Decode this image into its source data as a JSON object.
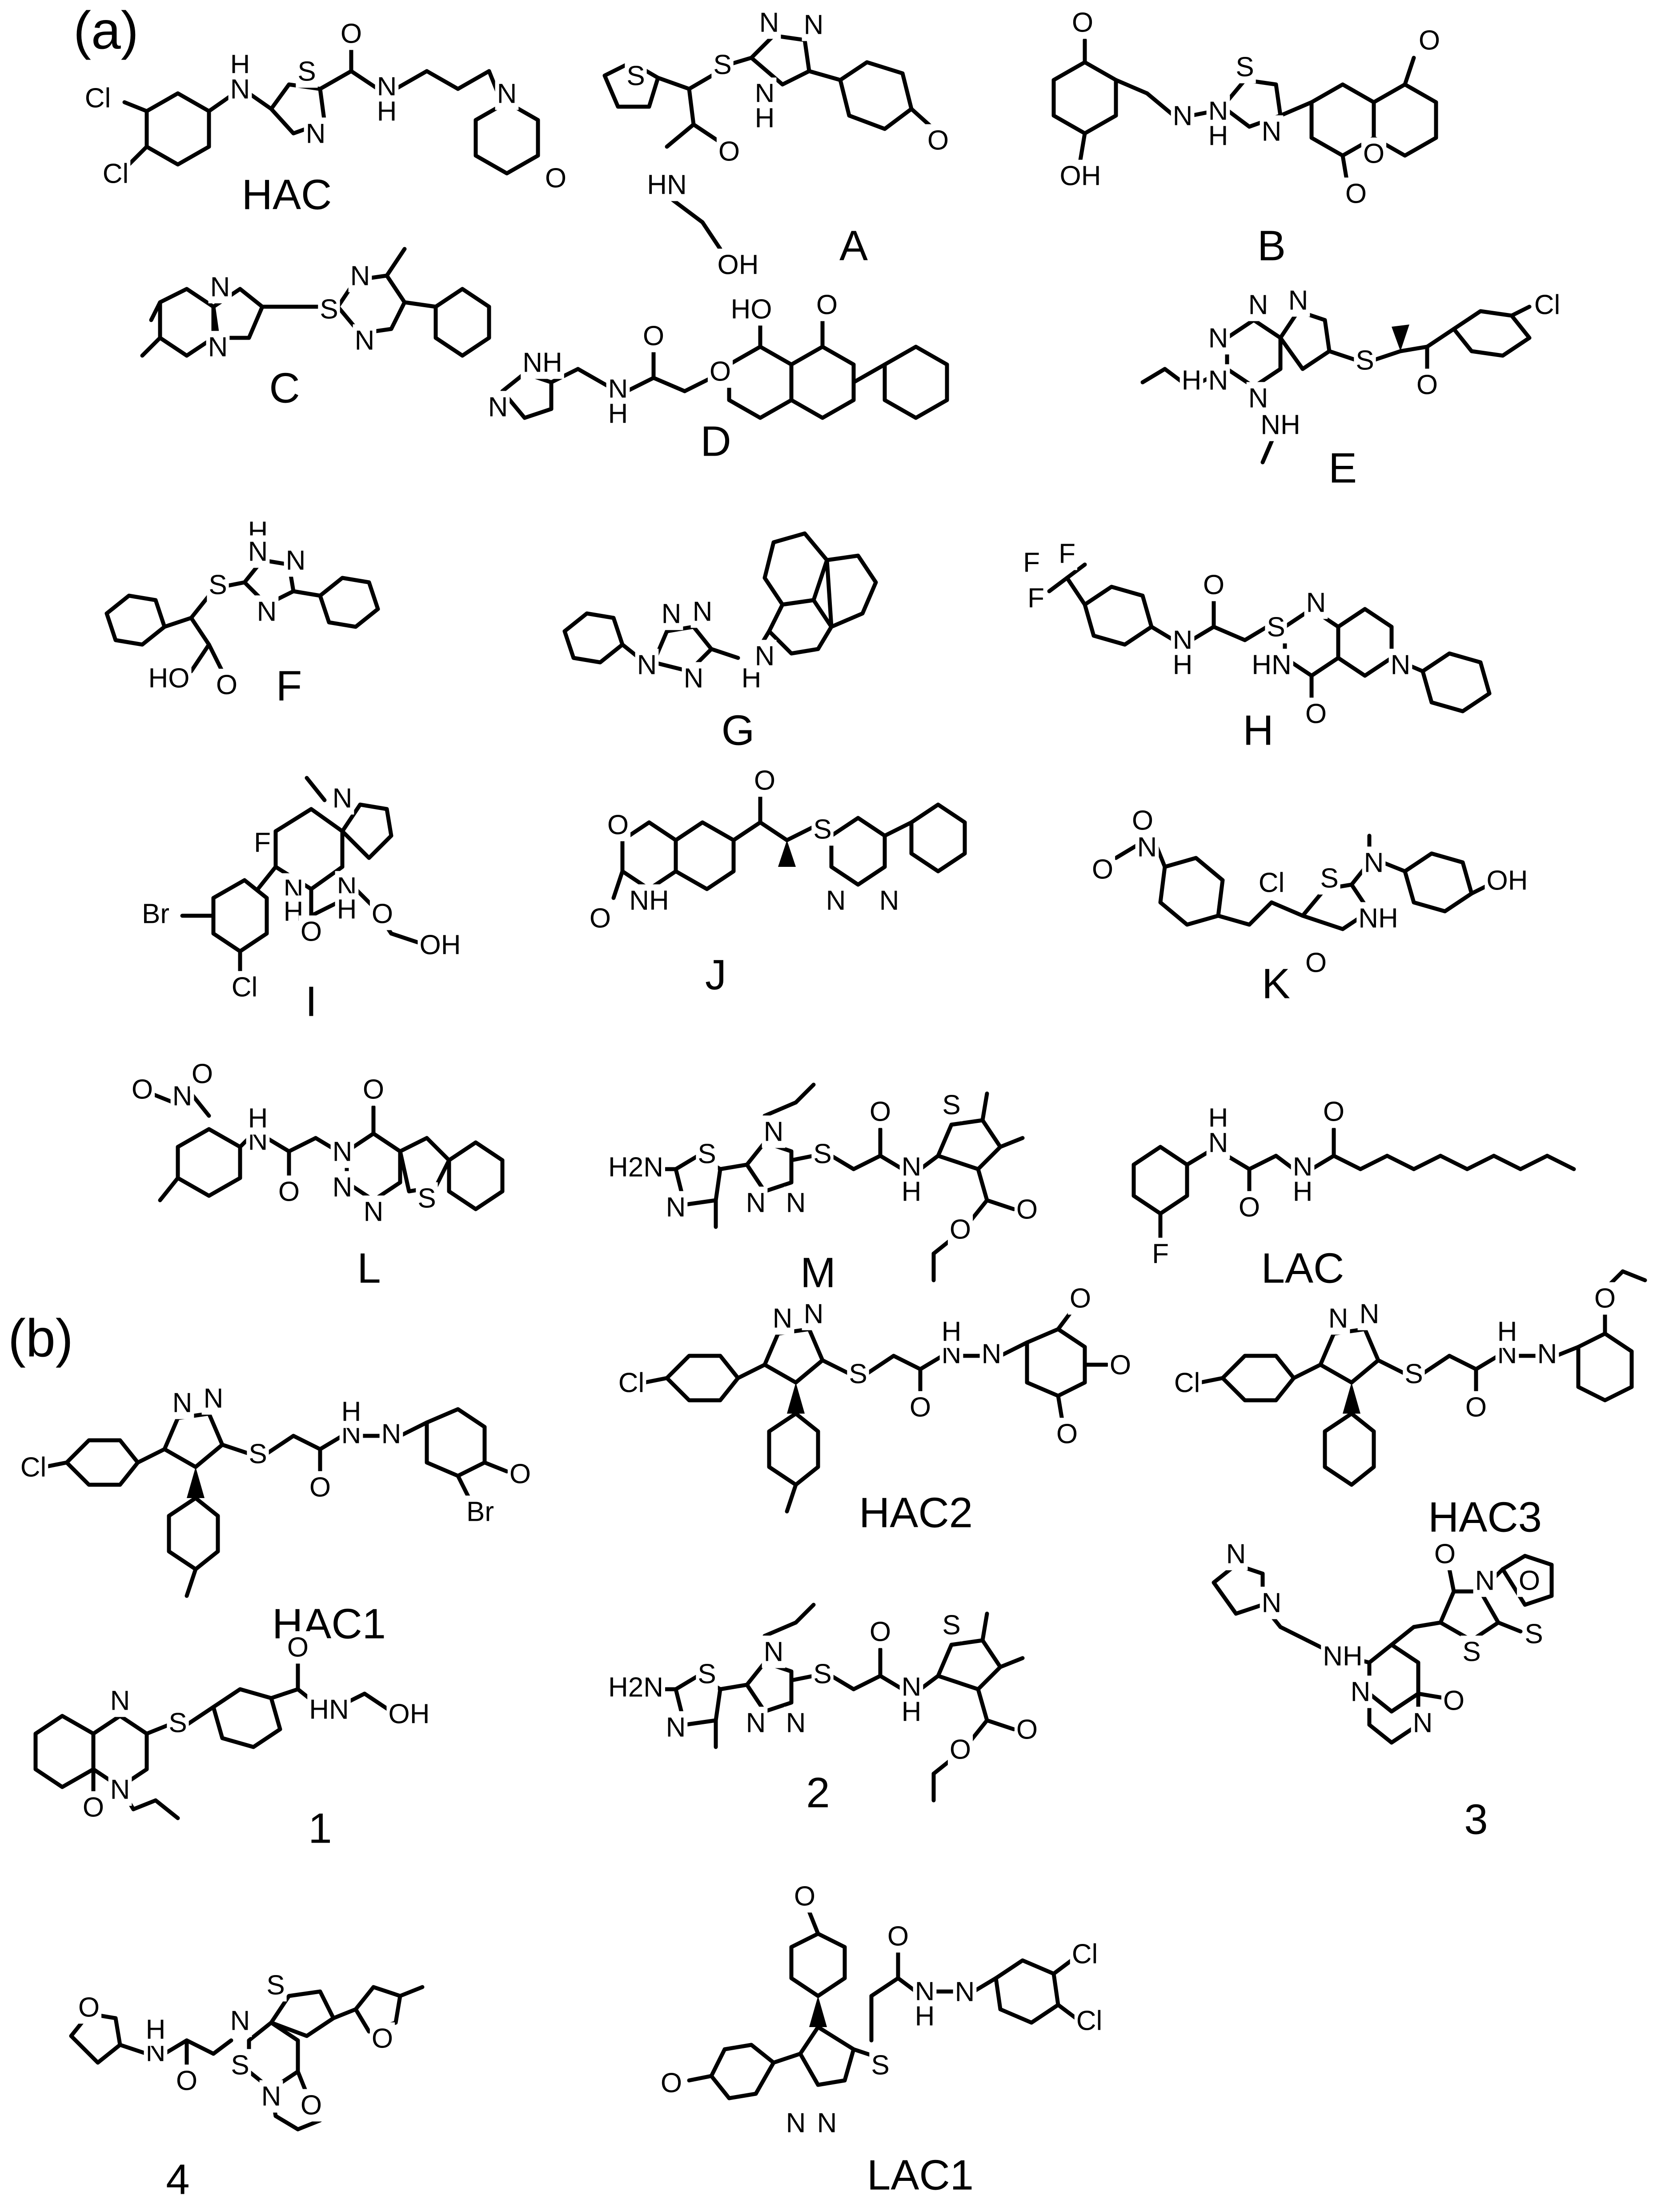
{
  "panels": [
    {
      "label": "(a)"
    },
    {
      "label": "(b)"
    }
  ],
  "compounds": [
    {
      "id": "HAC"
    },
    {
      "id": "A"
    },
    {
      "id": "B"
    },
    {
      "id": "C"
    },
    {
      "id": "D"
    },
    {
      "id": "E"
    },
    {
      "id": "F"
    },
    {
      "id": "G"
    },
    {
      "id": "H"
    },
    {
      "id": "I"
    },
    {
      "id": "J"
    },
    {
      "id": "K"
    },
    {
      "id": "L"
    },
    {
      "id": "M"
    },
    {
      "id": "LAC"
    },
    {
      "id": "HAC1"
    },
    {
      "id": "HAC2"
    },
    {
      "id": "HAC3"
    },
    {
      "id": "1"
    },
    {
      "id": "2"
    },
    {
      "id": "3"
    },
    {
      "id": "4"
    },
    {
      "id": "LAC1"
    }
  ],
  "atom_labels": {
    "HAC": [
      "H",
      "N",
      "Cl",
      "Cl",
      "S",
      "N",
      "O",
      "N",
      "H",
      "N",
      "O"
    ],
    "A": [
      "S",
      "S",
      "N",
      "N",
      "N",
      "H",
      "O",
      "HN",
      "OH",
      "O"
    ],
    "B": [
      "O",
      "O",
      "OH",
      "N",
      "N",
      "H",
      "S",
      "N",
      "O",
      "O"
    ],
    "C": [
      "N",
      "N",
      "S",
      "N",
      "N"
    ],
    "D": [
      "O",
      "HO",
      "NH",
      "N",
      "N",
      "H",
      "O",
      "O"
    ],
    "E": [
      "N",
      "N",
      "N",
      "N",
      "H",
      "N",
      "S",
      "O",
      "Cl",
      "NH"
    ],
    "F": [
      "H",
      "N",
      "N",
      "S",
      "N",
      "HO",
      "O"
    ],
    "G": [
      "N",
      "N",
      "N",
      "N",
      "H",
      "N"
    ],
    "H": [
      "F",
      "F",
      "F",
      "O",
      "N",
      "H",
      "S",
      "N",
      "HN",
      "N",
      "O"
    ],
    "I": [
      "N",
      "F",
      "Br",
      "N",
      "H",
      "N",
      "H",
      "Cl",
      "O",
      "O",
      "OH"
    ],
    "J": [
      "O",
      "O",
      "NH",
      "O",
      "S",
      "N",
      "N"
    ],
    "K": [
      "O",
      "N",
      "O",
      "Cl",
      "S",
      "N",
      "NH",
      "O",
      "OH"
    ],
    "L": [
      "O",
      "N",
      "O",
      "N",
      "H",
      "O",
      "N",
      "N",
      "N",
      "S",
      "O"
    ],
    "M": [
      "H2N",
      "S",
      "N",
      "N",
      "S",
      "N",
      "N",
      "O",
      "N",
      "H",
      "S",
      "O",
      "O"
    ],
    "LAC": [
      "H",
      "N",
      "O",
      "N",
      "H",
      "O",
      "F"
    ],
    "HAC1": [
      "N",
      "N",
      "Cl",
      "S",
      "N",
      "N",
      "H",
      "O",
      "O",
      "Br"
    ],
    "HAC2": [
      "N",
      "N",
      "Cl",
      "S",
      "N",
      "N",
      "H",
      "O",
      "O",
      "O",
      "O"
    ],
    "HAC3": [
      "N",
      "N",
      "Cl",
      "S",
      "N",
      "N",
      "H",
      "O",
      "O"
    ],
    "1": [
      "N",
      "N",
      "S",
      "O",
      "O",
      "HN",
      "OH"
    ],
    "2": [
      "H2N",
      "S",
      "N",
      "N",
      "S",
      "N",
      "N",
      "O",
      "N",
      "H",
      "S",
      "O",
      "O"
    ],
    "3": [
      "N",
      "N",
      "NH",
      "N",
      "O",
      "N",
      "O",
      "N",
      "S",
      "S",
      "O"
    ],
    "4": [
      "S",
      "N",
      "O",
      "N",
      "H",
      "N",
      "O",
      "S",
      "O",
      "O"
    ],
    "LAC1": [
      "O",
      "O",
      "N",
      "N",
      "S",
      "O",
      "N",
      "N",
      "H",
      "Cl",
      "Cl"
    ]
  }
}
